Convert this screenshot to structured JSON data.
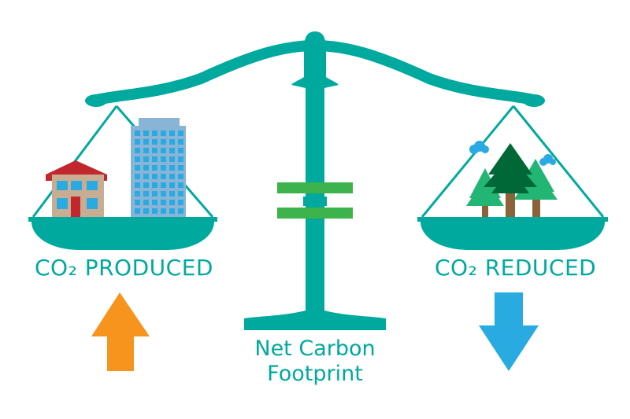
{
  "labels": {
    "co2_produced": "CO₂ PRODUCED",
    "co2_reduced": "CO₂ REDUCED",
    "net_line1": "Net Carbon",
    "net_line2": "Footprint"
  },
  "colors": {
    "teal": "#00a99d",
    "teal_dark": "#008f85",
    "equals_green": "#3cb44b",
    "arrow_up_orange": "#f7941d",
    "arrow_down_blue": "#29abe2",
    "house_wall": "#c9ad93",
    "house_roof": "#c1272d",
    "house_door": "#c1272d",
    "window_blue": "#29abe2",
    "building_blue": "#8ab4d6",
    "tree_light": "#22b573",
    "tree_dark": "#006837",
    "trunk_brown": "#8c6239",
    "cloud_blue": "#29abe2"
  },
  "icons": [
    "house-icon",
    "office-building-icon",
    "tree-icon",
    "cloud-icon",
    "arrow-up-icon",
    "arrow-down-icon",
    "equals-icon"
  ]
}
